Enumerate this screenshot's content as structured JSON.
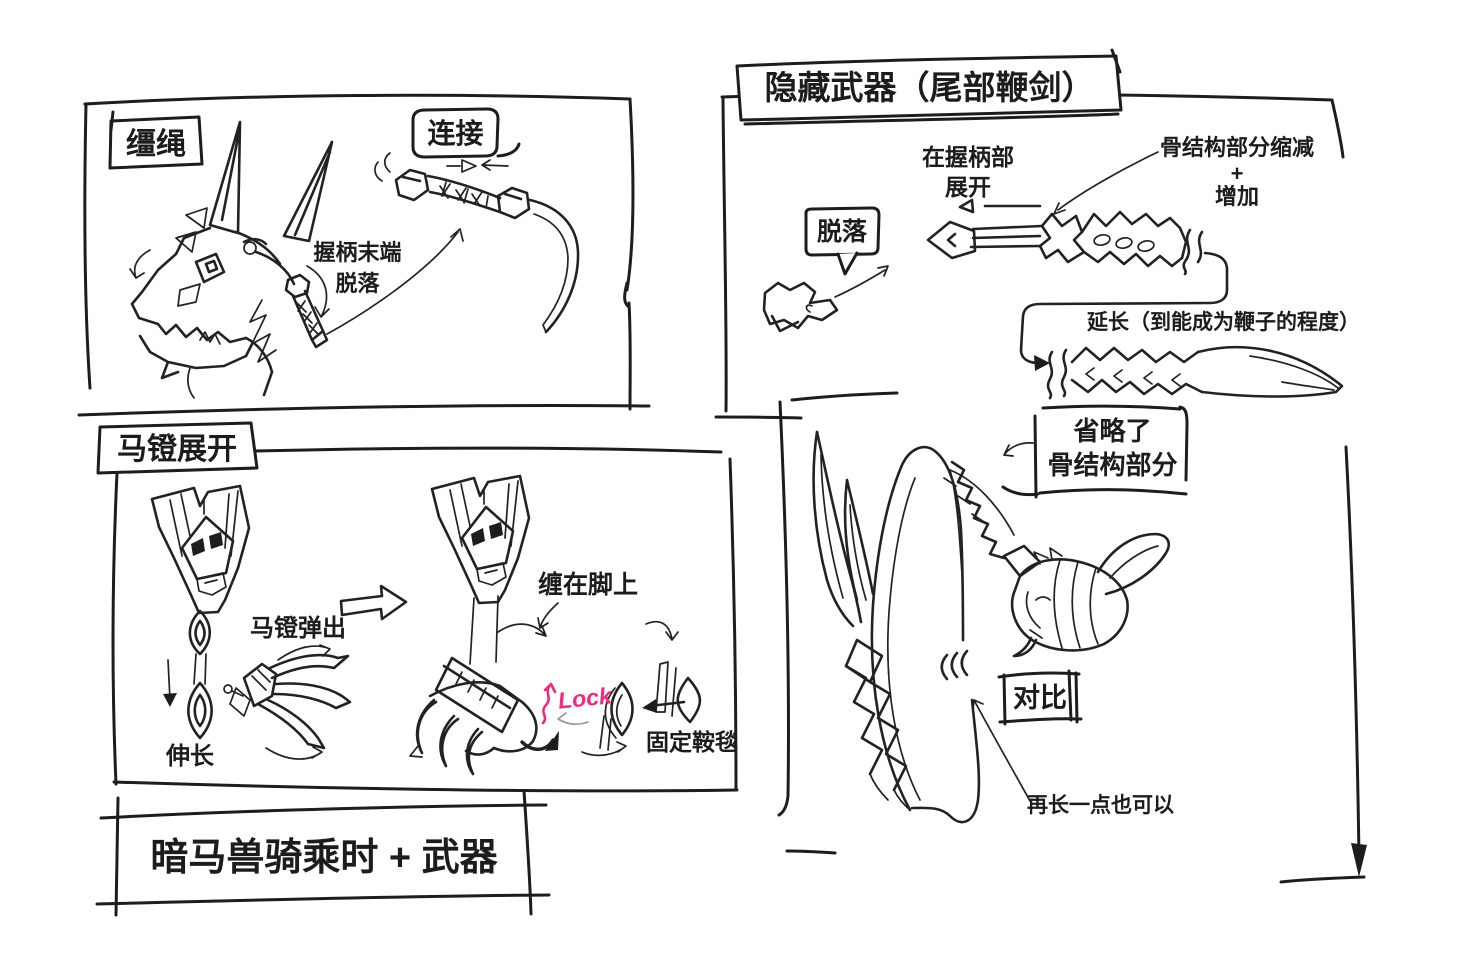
{
  "page": {
    "background": "#ffffff",
    "ink": "#1d1d1d",
    "accent_pink": "#f1297f"
  },
  "reins_panel": {
    "label": "缰绳",
    "connect_label": "连接",
    "note_line1": "握柄末端",
    "note_line2": "脱落"
  },
  "hidden_weapon_panel": {
    "title": "隐藏武器（尾部鞭剑）",
    "detach_bubble": "脱落",
    "deploy_line1": "在握柄部",
    "deploy_line2": "展开",
    "bone_line1": "骨结构部分缩减",
    "bone_line2": "+",
    "bone_line3": "增加",
    "extend_note": "延长（到能成为鞭子的程度）"
  },
  "stirrup_panel": {
    "label": "马镫展开",
    "eject_note": "马镫弹出",
    "extend_note": "伸长",
    "wrap_note": "缠在脚上",
    "lock_note": "Lock",
    "blanket_note": "固定鞍毯"
  },
  "comparison_panel": {
    "omit_line1": "省略了",
    "omit_line2": "骨结构部分",
    "compare_label": "对比",
    "longer_note": "再长一点也可以"
  },
  "banner": {
    "title": "暗马兽骑乘时 + 武器"
  }
}
